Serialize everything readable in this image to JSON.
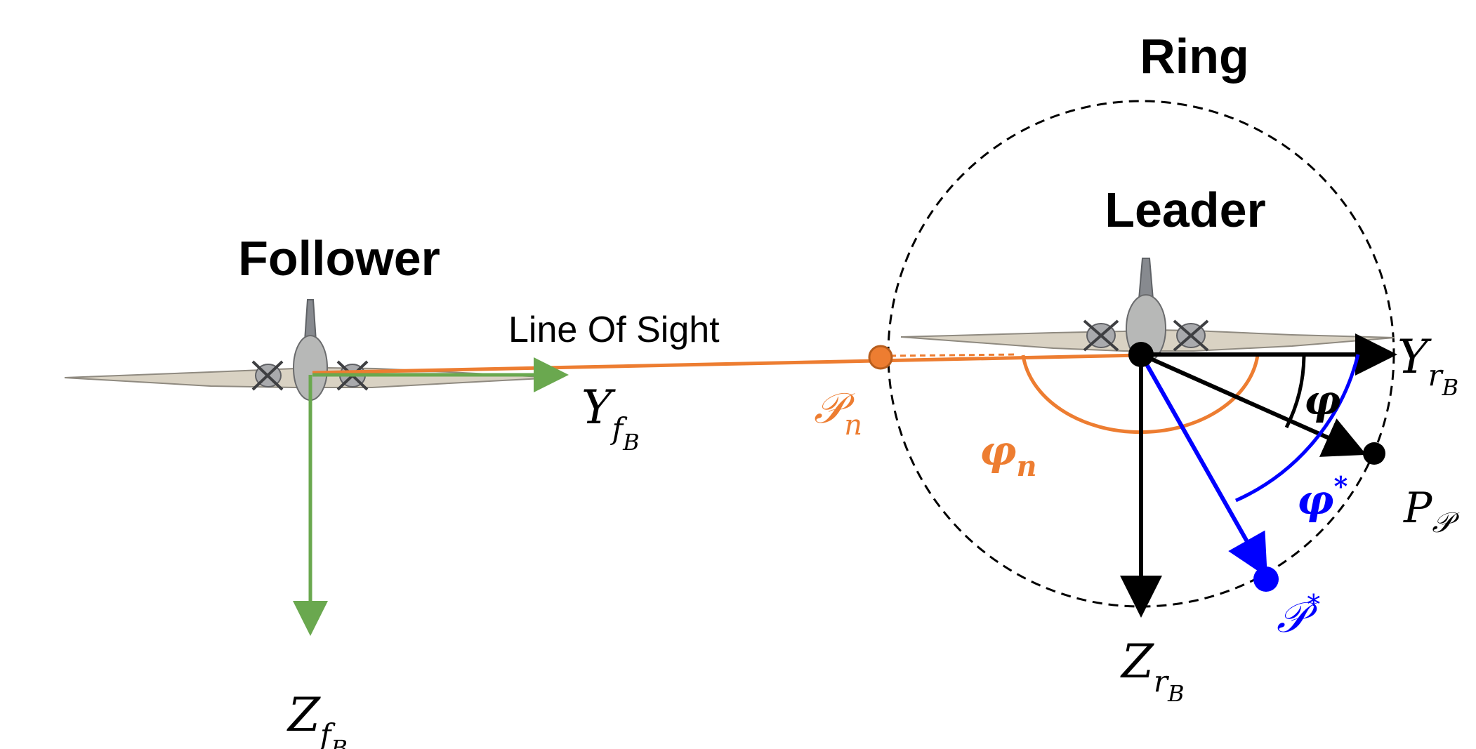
{
  "labels": {
    "ring": "Ring",
    "leader": "Leader",
    "follower": "Follower",
    "line_of_sight": "Line Of Sight"
  },
  "symbols": {
    "y_follower": {
      "base": "Y",
      "sub": "f",
      "subsub": "B"
    },
    "z_follower": {
      "base": "Z",
      "sub": "f",
      "subsub": "B"
    },
    "y_ring": {
      "base": "Y",
      "sub": "r",
      "subsub": "B"
    },
    "z_ring": {
      "base": "Z",
      "sub": "r",
      "subsub": "B"
    },
    "p_n": {
      "base": "𝒫",
      "sub": "n"
    },
    "phi_n": {
      "base": "φ",
      "sub": "n"
    },
    "phi": {
      "base": "φ"
    },
    "phi_star": {
      "base": "φ",
      "sup": "*"
    },
    "p_star": {
      "base": "𝒫",
      "sup": "*"
    },
    "p_p": {
      "base": "P",
      "sub": "𝒫"
    }
  },
  "colors": {
    "follower_axes": "#6aa84f",
    "line_of_sight": "#ed7d31",
    "desired": "#0000ff",
    "leader_axes": "#000000",
    "ring": "#000000"
  }
}
